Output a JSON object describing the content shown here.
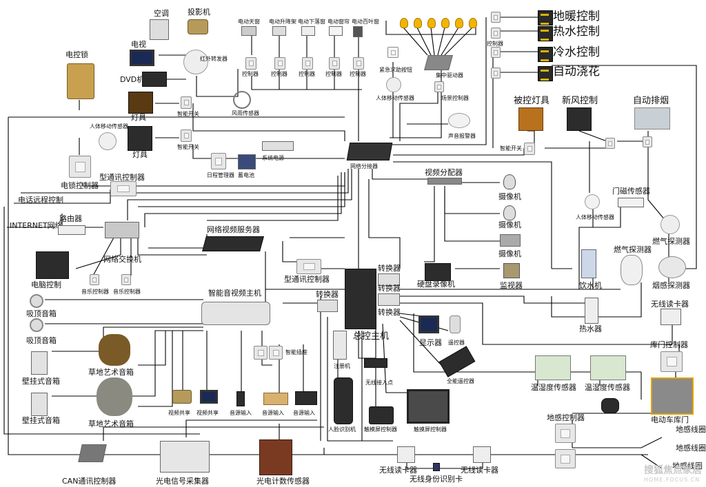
{
  "labels": {
    "electric_lock": "电控锁",
    "air_conditioner": "空调",
    "projector": "投影机",
    "tv": "电视",
    "dvd": "DVD机",
    "ir_transponder": "红外转发器",
    "lamp1": "灯具",
    "smart_switch1": "智能开关",
    "body_sensor1": "人体移动传感器",
    "lamp2": "灯具",
    "smart_switch2": "智能开关",
    "lock_controller": "电锁控制器",
    "comm_controller1": "型通讯控制器",
    "phone_remote": "电话远程控制",
    "internet": "INTERNET网络",
    "router": "路由器",
    "network_switch": "网络交换机",
    "pc": "电脑控制",
    "music_ctrl1": "音乐控制器",
    "music_ctrl2": "音乐控制器",
    "ceiling_speaker1": "吸顶音箱",
    "ceiling_speaker2": "吸顶音箱",
    "wall_speaker1": "壁挂式音箱",
    "wall_speaker2": "壁挂式音箱",
    "grass_speaker1": "草地艺术音箱",
    "grass_speaker2": "草地艺术音箱",
    "can_controller": "CAN通讯控制器",
    "photo_collector": "光电信号采集器",
    "photo_meter": "光电计数传感器",
    "motor_curtain": "电动天窗",
    "motor_lift": "电动升降架",
    "motor_lower": "电动下落窗",
    "motor_drape": "电动窗帘",
    "motor_blind": "电动百叶窗",
    "controller": "控制器",
    "wind_rain": "风雨传感器",
    "schedule_mgr": "日程管理器",
    "battery": "蓄电池",
    "power_supply": "系统电源",
    "net_splitter": "网络分接器",
    "emergency_btn": "紧急求助按钮",
    "central_driver": "集中驱动器",
    "body_sensor2": "人体移动传感器",
    "scene_ctrl": "场景控制器",
    "sound_alarm": "声音报警器",
    "floor_heat": "地暖控制",
    "hot_water": "热水控制",
    "cold_water": "冷水控制",
    "auto_water": "自动浇花",
    "controlled_light": "被控灯具",
    "fresh_air": "新风控制",
    "auto_smoke": "自动排烟",
    "smart_switch3": "智能开关",
    "video_dist": "视频分配器",
    "camera": "摄像机",
    "door_sensor": "门磁传感器",
    "body_sensor3": "人体移动传感器",
    "gas_detector_top": "燃气探测器",
    "net_video_server": "网络视频服务器",
    "smart_av_host": "智能音视频主机",
    "comm_controller2": "型通讯控制器",
    "converter": "转换器",
    "main_host": "总控主机",
    "dvr": "硬盘录像机",
    "monitor": "监视器",
    "water_dispenser": "饮水机",
    "gas_detector": "燃气探测器",
    "smoke_detector": "烟感探测器",
    "water_heater": "热水器",
    "wireless_reader": "无线读卡器",
    "garage_ctrl": "库门控制器",
    "display": "显示器",
    "remote": "遥控器",
    "universal_remote": "全能遥控器",
    "registrar": "注册机",
    "wireless_ap": "无线接入点",
    "smart_socket": "智能插座",
    "video_share": "视频共享",
    "audio_in": "音源输入",
    "face_reader": "人脸识别机",
    "touch_ctrl": "触模屏控制器",
    "touch_ctrl2": "触摸屏控制器",
    "wireless_id": "无线身份识别卡",
    "temp_humid": "温湿度传感器",
    "garage": "电动车库门",
    "floor_ctrl": "地感控制器",
    "floor_coil": "地感线圈",
    "watermark": "搜狐焦点家居",
    "watermark_url": "HOME.FOCUS.CN"
  },
  "colors": {
    "wire": "#000000",
    "bulb": "#f2b400",
    "switch": "#e7e7e7"
  }
}
